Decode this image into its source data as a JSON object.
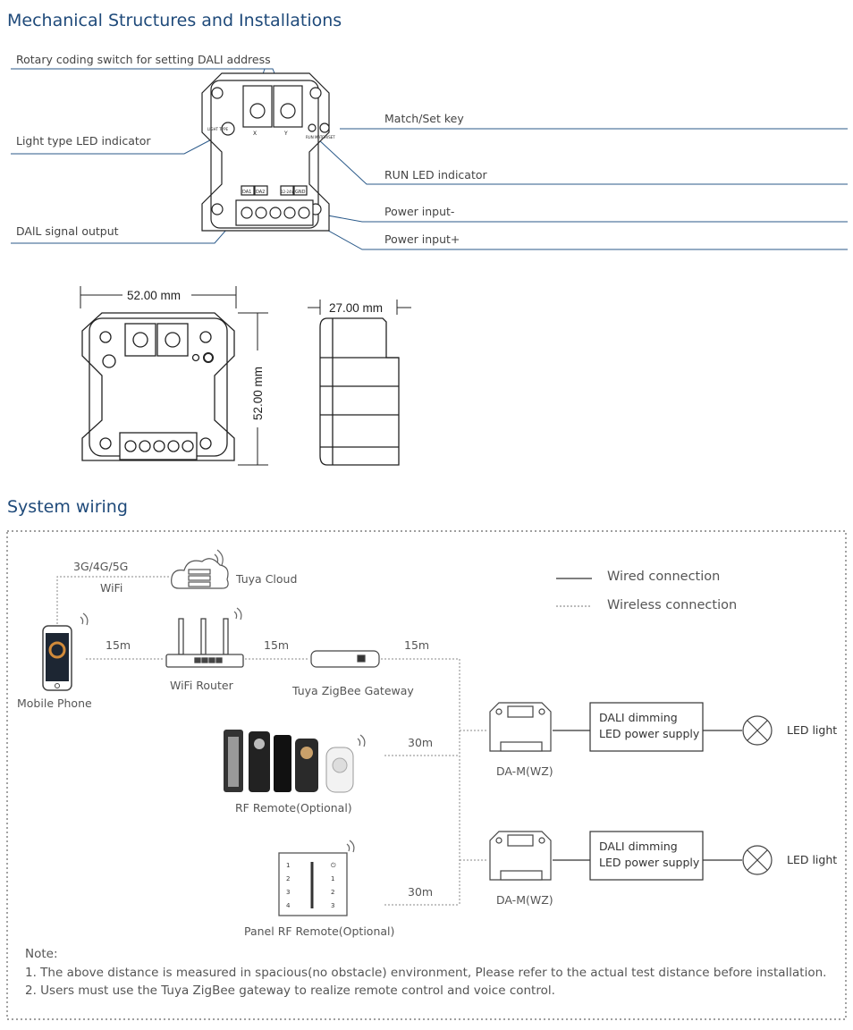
{
  "mech": {
    "title": "Mechanical Structures and Installations",
    "labels": {
      "rotary": "Rotary coding switch for setting DALI address",
      "light_type": "Light type LED indicator",
      "dali_out": "DAlL signal output",
      "match": "Match/Set key",
      "run": "RUN LED indicator",
      "power_minus": "Power input-",
      "power_plus": "Power input+"
    },
    "device_text": {
      "x": "X",
      "y": "Y",
      "light_type": "LIGHT TYPE",
      "run_match": "RUN  MATCH/SET",
      "da1": "DA1",
      "da2": "DA2",
      "v": "12-24V",
      "gnd": "GND"
    },
    "dims": {
      "width": "52.00 mm",
      "height": "52.00 mm",
      "depth": "27.00 mm"
    }
  },
  "wiring": {
    "title": "System wiring",
    "legend": {
      "wired": "Wired connection",
      "wireless": "Wireless connection"
    },
    "net": "3G/4G/5G",
    "wifi": "WiFi",
    "cloud": "Tuya Cloud",
    "phone": "Mobile Phone",
    "router": "WiFi Router",
    "gateway": "Tuya ZigBee Gateway",
    "rf_remote": "RF Remote(Optional)",
    "panel_remote": "Panel RF Remote(Optional)",
    "dist_1": "15m",
    "dist_2": "15m",
    "dist_3": "15m",
    "dist_4": "30m",
    "dist_5": "30m",
    "device_1": "DA-M(WZ)",
    "device_2": "DA-M(WZ)",
    "psu_1_line1": "DALI dimming",
    "psu_1_line2": "LED power supply",
    "psu_2_line1": "DALI dimming",
    "psu_2_line2": "LED power supply",
    "led_1": "LED light",
    "led_2": "LED light",
    "panel_keys": {
      "l1": "1",
      "l2": "2",
      "l3": "3",
      "l4": "4",
      "r0": "⏻",
      "r1": "1",
      "r2": "2",
      "r3": "3"
    }
  },
  "notes": {
    "title": "Note:",
    "n1": "1. The above distance is measured in spacious(no obstacle) environment, Please refer to the actual test distance before installation.",
    "n2": "2. Users must use the Tuya ZigBee gateway to realize remote control and voice control."
  }
}
